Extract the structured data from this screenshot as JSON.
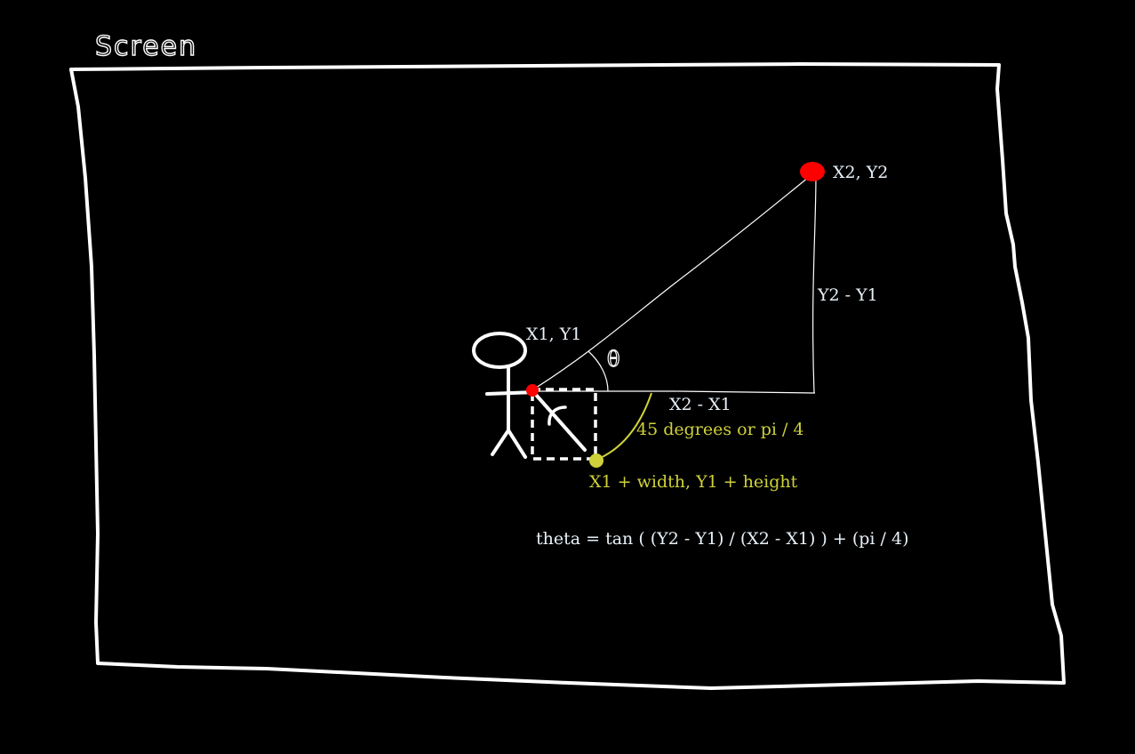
{
  "diagram": {
    "screen_label": "Screen",
    "theta_symbol": "θ",
    "labels": {
      "point_1": "X1, Y1",
      "point_2": "X2, Y2",
      "vertical_leg": "Y2 - Y1",
      "horizontal_leg": "X2 - X1",
      "offset_angle": "45 degrees or pi / 4",
      "corner_point": "X1 + width, Y1 + height",
      "formula": "theta = tan ( (Y2 - Y1) / (X2 - X1) ) + (pi / 4)"
    },
    "colors": {
      "background": "#000000",
      "stroke": "#ffffff",
      "text": "#e8f1f8",
      "point": "#ff0000",
      "accent": "#cfd13a"
    }
  }
}
